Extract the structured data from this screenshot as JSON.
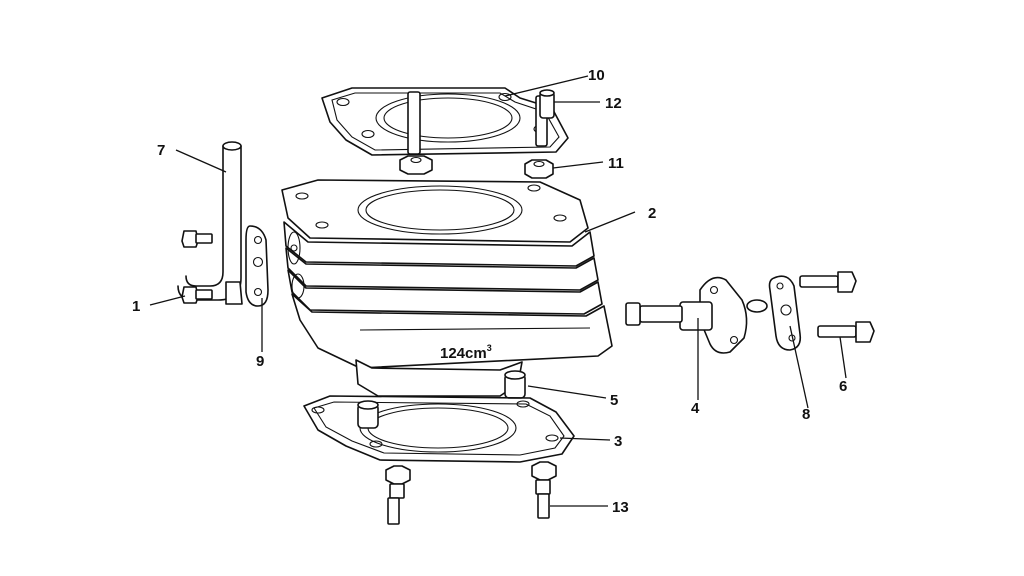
{
  "diagram": {
    "cylinder_stamp": "124cm",
    "cylinder_stamp_sup": "3",
    "callouts": [
      {
        "id": "1",
        "label": "1"
      },
      {
        "id": "2",
        "label": "2"
      },
      {
        "id": "3",
        "label": "3"
      },
      {
        "id": "4",
        "label": "4"
      },
      {
        "id": "5",
        "label": "5"
      },
      {
        "id": "6",
        "label": "6"
      },
      {
        "id": "7",
        "label": "7"
      },
      {
        "id": "8",
        "label": "8"
      },
      {
        "id": "9",
        "label": "9"
      },
      {
        "id": "10",
        "label": "10"
      },
      {
        "id": "11",
        "label": "11"
      },
      {
        "id": "12",
        "label": "12"
      },
      {
        "id": "13",
        "label": "13"
      }
    ]
  },
  "colors": {
    "line": "#111111",
    "background": "#ffffff"
  }
}
